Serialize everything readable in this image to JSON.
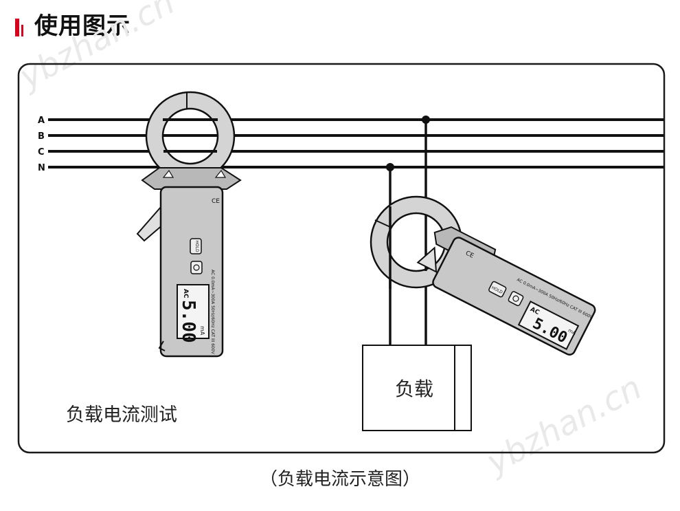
{
  "title": "使用图示",
  "caption": "（负载电流示意图）",
  "watermark": "ybzhan.cn",
  "lines": [
    "A",
    "B",
    "C",
    "N"
  ],
  "test_label": "负载电流测试",
  "load_label": "负载",
  "meter": {
    "hold_label": "HOLD",
    "mode": "AC",
    "reading": "5.00",
    "unit": "mA",
    "spec_text": "AC 0.0mA~300A 50Hz/60Hz  CAT III 600V",
    "ce_mark": "CE"
  },
  "colors": {
    "accent": "#d4001c",
    "frame": "#1a1a1a",
    "meter_body": "#c8c8c8"
  }
}
